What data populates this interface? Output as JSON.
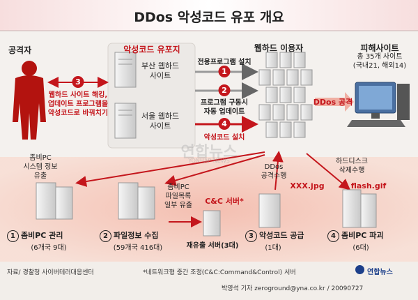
{
  "title": "DDos 악성코드 유포 개요",
  "attacker": {
    "label": "공격자"
  },
  "distribution": {
    "label": "악성코드 유포지",
    "server1": "부산 웹하드\n사이트",
    "server2": "서울 웹하드\n사이트"
  },
  "webhard_users": {
    "label": "웹하드 이용자"
  },
  "victim": {
    "label": "피해사이트",
    "detail": "총 35개 사이트\n(국내21, 해외14)"
  },
  "steps": [
    {
      "num": "1",
      "text": "전용프로그램 설치"
    },
    {
      "num": "2",
      "text": "프로그램 구동시\n자동 업데이트"
    },
    {
      "num": "3",
      "text": "웹하드 사이트 해킹,\n업데이트 프로그램을\n악성코드로 바꿔치기"
    },
    {
      "num": "4",
      "text": "악성코드 설치"
    }
  ],
  "ddos_attack": "DDos 공격",
  "flows": {
    "zombie_info": "좀비PC\n시스템 정보\n유출",
    "file_list": "좀비PC\n파일목록\n일부 유출",
    "cc_server": "C&C 서버*",
    "ddos_exec": "DDos\n공격수행",
    "harddisk": "하드디스크\n삭제수행",
    "xxx_file": "XXX.jpg",
    "flash_file": "flash.gif"
  },
  "servers": [
    {
      "num": "1",
      "label": "좀비PC 관리",
      "detail": "(6개국 9대)"
    },
    {
      "num": "2",
      "label": "파일정보 수집",
      "detail": "(59개국 416대)"
    },
    {
      "num": "",
      "label": "재유출 서버",
      "detail": "(3대)"
    },
    {
      "num": "3",
      "label": "악성코드 공급",
      "detail": "(1대)"
    },
    {
      "num": "4",
      "label": "좀비PC 파괴",
      "detail": "(6대)"
    }
  ],
  "footnote": "*네트워크형 중간 조정(C&C:Command&Control) 서버",
  "source": "자료/ 경찰청 사이버테러대응센터",
  "credit": "박영석 기자 zeroground@yna.co.kr / 20090727",
  "logo": "연합뉴스",
  "watermark": {
    "main": "연합뉴스",
    "sub": "YONHAP NEWS"
  },
  "colors": {
    "accent": "#c4161c",
    "title_bg": "#f2d0d0",
    "band": "#f6c7b8",
    "server": "#e8e8e8"
  }
}
